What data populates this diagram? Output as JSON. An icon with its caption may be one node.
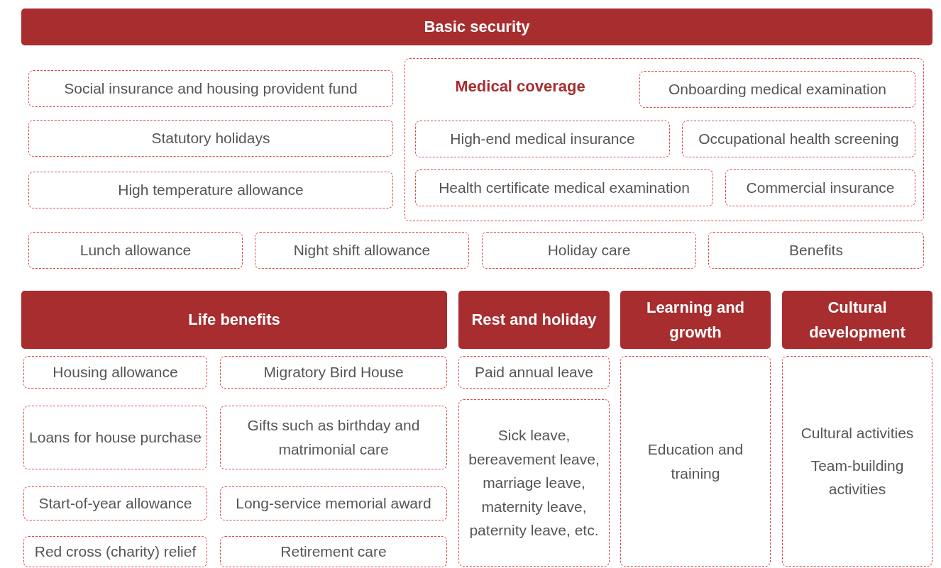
{
  "diagram": {
    "nodes": [
      {
        "text": [
          "Basic security"
        ]
      },
      {
        "text": [
          "Social insurance and housing provident fund"
        ]
      },
      {
        "text": [
          "Statutory holidays"
        ]
      },
      {
        "text": [
          "High temperature allowance"
        ]
      },
      {
        "text": [
          "Medical coverage"
        ]
      },
      {
        "text": [
          "Onboarding medical examination"
        ],
        "in": 4
      },
      {
        "text": [
          "High-end medical insurance"
        ],
        "in": 4
      },
      {
        "text": [
          "Occupational health screening"
        ],
        "in": 4
      },
      {
        "text": [
          "Health certificate medical examination"
        ],
        "in": 4
      },
      {
        "text": [
          "Commercial insurance"
        ],
        "in": 4
      },
      {
        "text": [
          "Lunch allowance"
        ]
      },
      {
        "text": [
          "Night shift allowance"
        ]
      },
      {
        "text": [
          "Holiday care"
        ]
      },
      {
        "text": [
          "Benefits"
        ]
      },
      {
        "text": [
          "Life benefits"
        ]
      },
      {
        "text": [
          "Rest and holiday"
        ]
      },
      {
        "text": [
          "Learning and growth"
        ]
      },
      {
        "text": [
          "Cultural development"
        ]
      },
      {
        "text": [
          "Housing allowance"
        ]
      },
      {
        "text": [
          "Migratory Bird House"
        ]
      },
      {
        "text": [
          "Loans for house purchase"
        ]
      },
      {
        "text": [
          "Gifts such as birthday and matrimonial care"
        ]
      },
      {
        "text": [
          "Start-of-year allowance"
        ]
      },
      {
        "text": [
          "Long-service memorial award"
        ]
      },
      {
        "text": [
          "Red cross (charity) relief"
        ]
      },
      {
        "text": [
          "Retirement care"
        ]
      },
      {
        "text": [
          "Paid annual leave"
        ]
      },
      {
        "text": [
          "Sick leave, bereavement leave, marriage leave, maternity leave, paternity leave, etc."
        ]
      },
      {
        "text": [
          "Education and training"
        ]
      },
      {
        "text": [
          "Cultural activities",
          "Team-building activities"
        ]
      }
    ]
  }
}
